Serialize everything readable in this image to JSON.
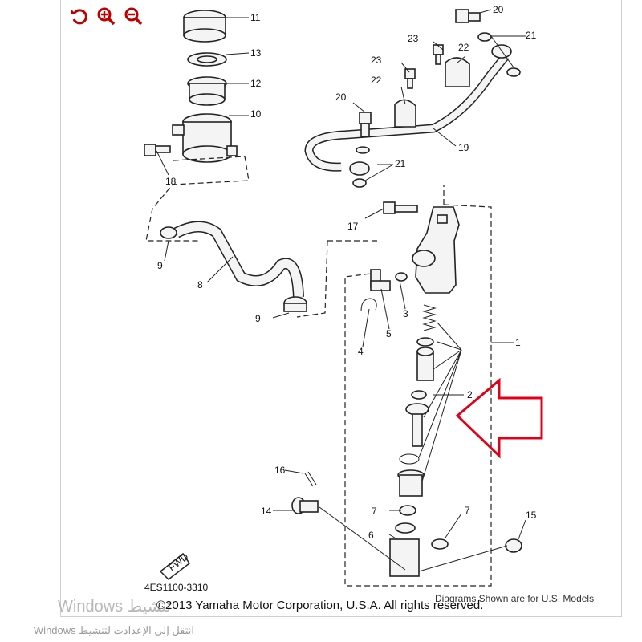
{
  "toolbar": {
    "reset_icon": "reset-rotate-icon",
    "zoom_in_icon": "zoom-in-icon",
    "zoom_out_icon": "zoom-out-icon",
    "accent_color": "#c00000"
  },
  "diagram": {
    "part_numbers": [
      "1",
      "2",
      "3",
      "4",
      "5",
      "6",
      "7",
      "8",
      "9",
      "10",
      "11",
      "12",
      "13",
      "14",
      "15",
      "16",
      "17",
      "18",
      "19",
      "20",
      "21",
      "22",
      "23"
    ],
    "code": "4ES1100-3310",
    "fwd_label": "FWD",
    "note": "Diagrams Shown are for U.S. Models",
    "copyright": "©2013 Yamaha Motor Corporation, U.S.A. All rights reserved.",
    "arrow_color": "#e0001a"
  },
  "watermark": {
    "line1": "Windows تنشيط",
    "line2": "انتقل إلى الإعدادت لتنشيط Windows"
  }
}
